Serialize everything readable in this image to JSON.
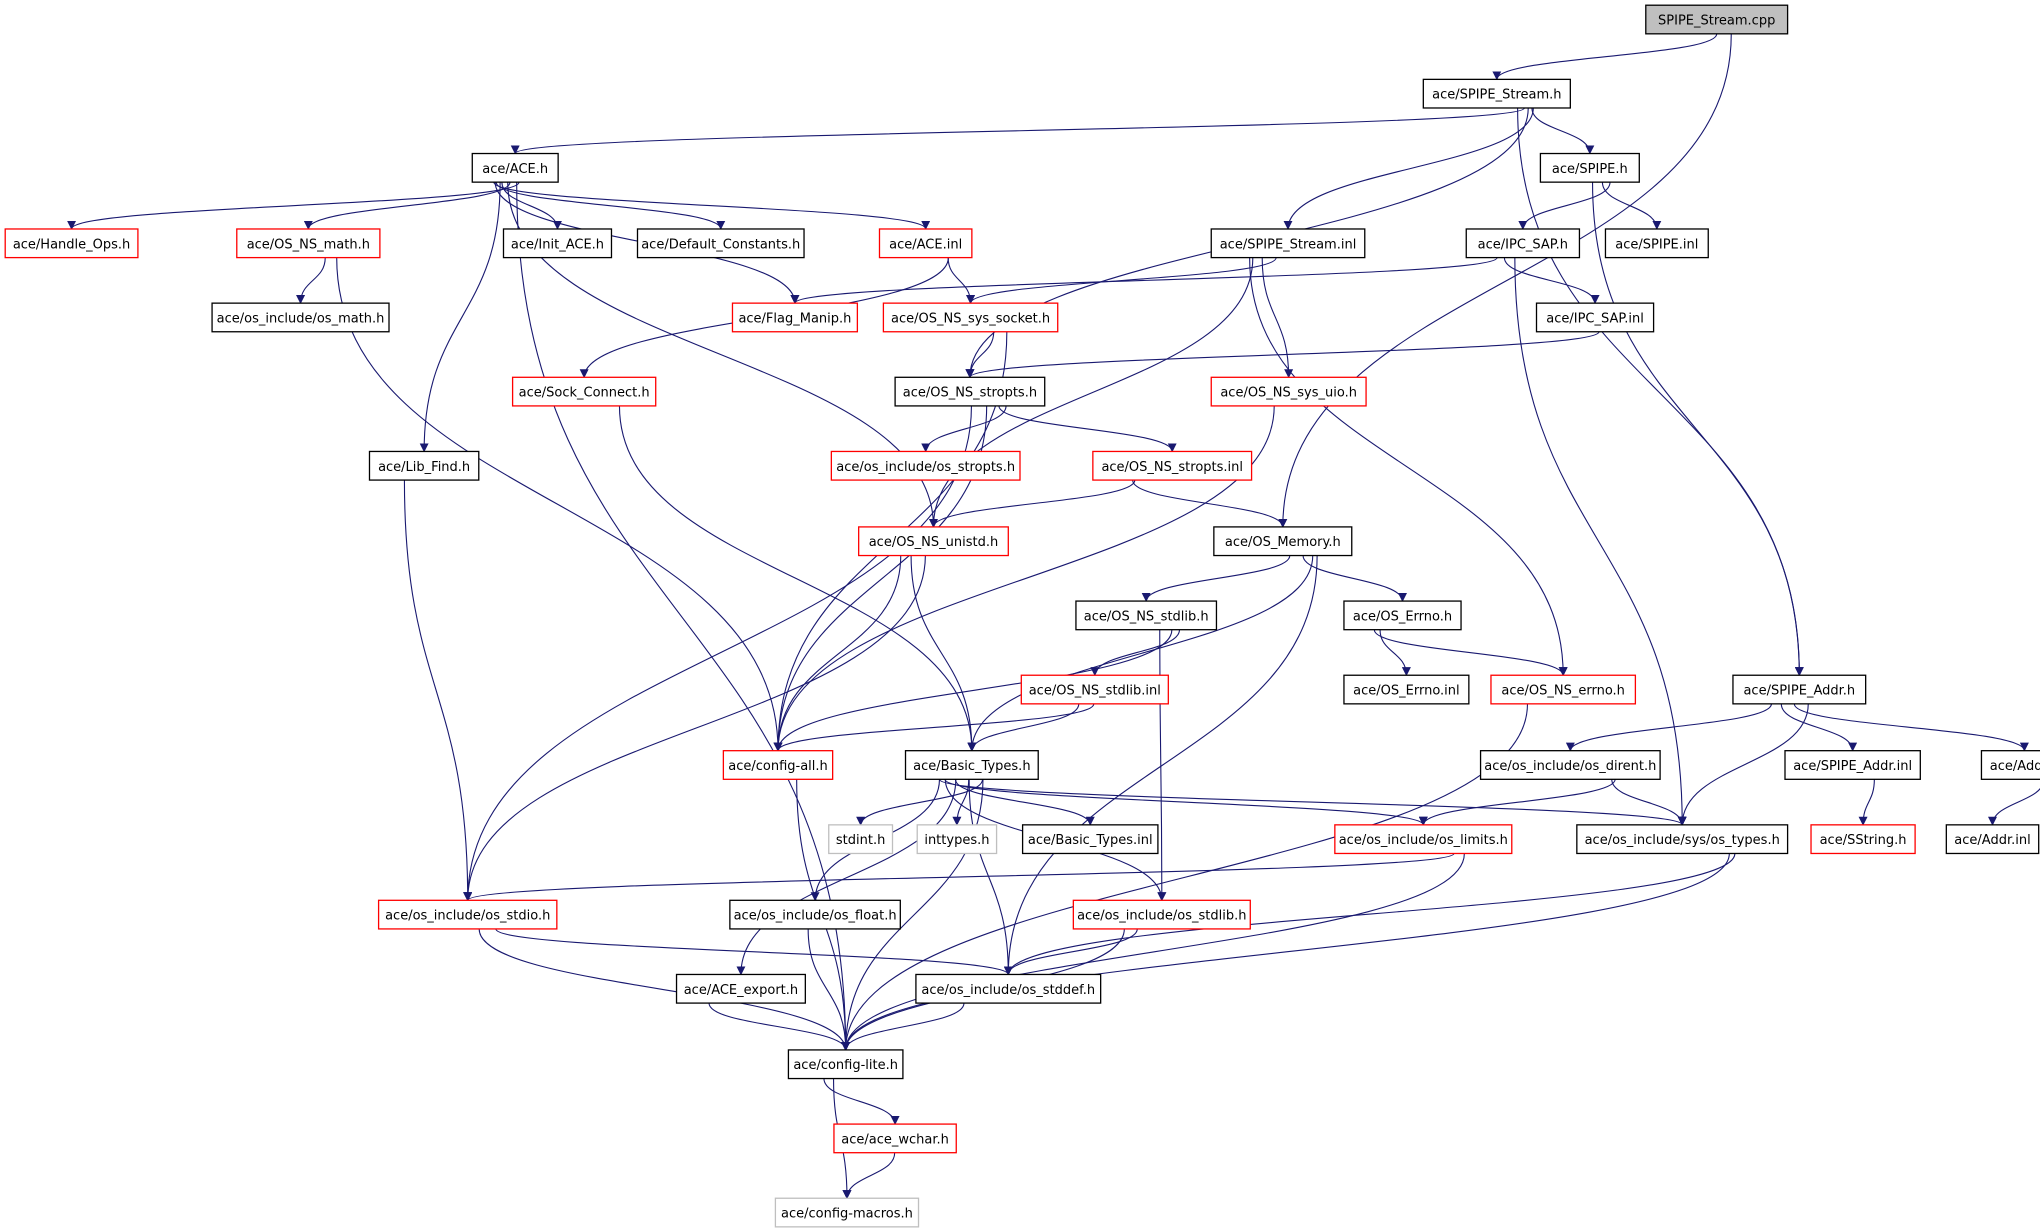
{
  "colors": {
    "edge": "#191970",
    "node_border_normal": "#000000",
    "node_border_truncated": "#ff0000",
    "node_border_external": "#bfbfbf",
    "root_fill": "#bfbfbf",
    "node_fill": "#ffffff",
    "external_text": "#7f7f7f"
  },
  "nodes": [
    {
      "id": "spipe_stream_cpp",
      "label": "SPIPE_Stream.cpp",
      "kind": "root"
    },
    {
      "id": "spipe_stream_h",
      "label": "ace/SPIPE_Stream.h",
      "kind": "normal"
    },
    {
      "id": "ace_h",
      "label": "ace/ACE.h",
      "kind": "normal"
    },
    {
      "id": "spipe_h",
      "label": "ace/SPIPE.h",
      "kind": "normal"
    },
    {
      "id": "handle_ops_h",
      "label": "ace/Handle_Ops.h",
      "kind": "truncated"
    },
    {
      "id": "os_ns_math_h",
      "label": "ace/OS_NS_math.h",
      "kind": "truncated"
    },
    {
      "id": "init_ace_h",
      "label": "ace/Init_ACE.h",
      "kind": "normal"
    },
    {
      "id": "default_constants_h",
      "label": "ace/Default_Constants.h",
      "kind": "normal"
    },
    {
      "id": "ace_inl",
      "label": "ace/ACE.inl",
      "kind": "truncated"
    },
    {
      "id": "spipe_stream_inl",
      "label": "ace/SPIPE_Stream.inl",
      "kind": "normal"
    },
    {
      "id": "ipc_sap_h",
      "label": "ace/IPC_SAP.h",
      "kind": "normal"
    },
    {
      "id": "spipe_inl",
      "label": "ace/SPIPE.inl",
      "kind": "normal"
    },
    {
      "id": "os_include_os_math_h",
      "label": "ace/os_include/os_math.h",
      "kind": "normal"
    },
    {
      "id": "flag_manip_h",
      "label": "ace/Flag_Manip.h",
      "kind": "truncated"
    },
    {
      "id": "os_ns_sys_socket_h",
      "label": "ace/OS_NS_sys_socket.h",
      "kind": "truncated"
    },
    {
      "id": "ipc_sap_inl",
      "label": "ace/IPC_SAP.inl",
      "kind": "normal"
    },
    {
      "id": "sock_connect_h",
      "label": "ace/Sock_Connect.h",
      "kind": "truncated"
    },
    {
      "id": "os_ns_stropts_h",
      "label": "ace/OS_NS_stropts.h",
      "kind": "normal"
    },
    {
      "id": "os_ns_sys_uio_h",
      "label": "ace/OS_NS_sys_uio.h",
      "kind": "truncated"
    },
    {
      "id": "lib_find_h",
      "label": "ace/Lib_Find.h",
      "kind": "normal"
    },
    {
      "id": "os_include_os_stropts_h",
      "label": "ace/os_include/os_stropts.h",
      "kind": "truncated"
    },
    {
      "id": "os_ns_stropts_inl",
      "label": "ace/OS_NS_stropts.inl",
      "kind": "truncated"
    },
    {
      "id": "os_ns_unistd_h",
      "label": "ace/OS_NS_unistd.h",
      "kind": "truncated"
    },
    {
      "id": "os_memory_h",
      "label": "ace/OS_Memory.h",
      "kind": "normal"
    },
    {
      "id": "os_ns_stdlib_h",
      "label": "ace/OS_NS_stdlib.h",
      "kind": "normal"
    },
    {
      "id": "os_errno_h",
      "label": "ace/OS_Errno.h",
      "kind": "normal"
    },
    {
      "id": "os_ns_stdlib_inl",
      "label": "ace/OS_NS_stdlib.inl",
      "kind": "truncated"
    },
    {
      "id": "os_errno_inl",
      "label": "ace/OS_Errno.inl",
      "kind": "normal"
    },
    {
      "id": "os_ns_errno_h",
      "label": "ace/OS_NS_errno.h",
      "kind": "truncated"
    },
    {
      "id": "spipe_addr_h",
      "label": "ace/SPIPE_Addr.h",
      "kind": "normal"
    },
    {
      "id": "config_all_h",
      "label": "ace/config-all.h",
      "kind": "truncated"
    },
    {
      "id": "basic_types_h",
      "label": "ace/Basic_Types.h",
      "kind": "normal"
    },
    {
      "id": "os_include_os_dirent_h",
      "label": "ace/os_include/os_dirent.h",
      "kind": "normal"
    },
    {
      "id": "spipe_addr_inl",
      "label": "ace/SPIPE_Addr.inl",
      "kind": "normal"
    },
    {
      "id": "addr_h",
      "label": "ace/Addr.h",
      "kind": "normal"
    },
    {
      "id": "stdint_h",
      "label": "stdint.h",
      "kind": "external"
    },
    {
      "id": "inttypes_h",
      "label": "inttypes.h",
      "kind": "external"
    },
    {
      "id": "basic_types_inl",
      "label": "ace/Basic_Types.inl",
      "kind": "normal"
    },
    {
      "id": "os_include_os_limits_h",
      "label": "ace/os_include/os_limits.h",
      "kind": "truncated"
    },
    {
      "id": "os_include_sys_os_types_h",
      "label": "ace/os_include/sys/os_types.h",
      "kind": "normal"
    },
    {
      "id": "sstring_h",
      "label": "ace/SString.h",
      "kind": "truncated"
    },
    {
      "id": "addr_inl",
      "label": "ace/Addr.inl",
      "kind": "normal"
    },
    {
      "id": "os_include_os_stdio_h",
      "label": "ace/os_include/os_stdio.h",
      "kind": "truncated"
    },
    {
      "id": "os_include_os_float_h",
      "label": "ace/os_include/os_float.h",
      "kind": "normal"
    },
    {
      "id": "os_include_os_stdlib_h",
      "label": "ace/os_include/os_stdlib.h",
      "kind": "truncated"
    },
    {
      "id": "ace_export_h",
      "label": "ace/ACE_export.h",
      "kind": "normal"
    },
    {
      "id": "os_include_os_stddef_h",
      "label": "ace/os_include/os_stddef.h",
      "kind": "normal"
    },
    {
      "id": "config_lite_h",
      "label": "ace/config-lite.h",
      "kind": "normal"
    },
    {
      "id": "ace_wchar_h",
      "label": "ace/ace_wchar.h",
      "kind": "truncated"
    },
    {
      "id": "config_macros_h",
      "label": "ace/config-macros.h",
      "kind": "external"
    }
  ],
  "edges": [
    [
      "spipe_stream_cpp",
      "spipe_stream_h"
    ],
    [
      "spipe_stream_cpp",
      "os_memory_h"
    ],
    [
      "spipe_stream_h",
      "ace_h"
    ],
    [
      "spipe_stream_h",
      "spipe_h"
    ],
    [
      "spipe_stream_h",
      "spipe_stream_inl"
    ],
    [
      "spipe_stream_h",
      "os_ns_stropts_h"
    ],
    [
      "spipe_stream_h",
      "spipe_addr_h"
    ],
    [
      "ace_h",
      "handle_ops_h"
    ],
    [
      "ace_h",
      "os_ns_math_h"
    ],
    [
      "ace_h",
      "init_ace_h"
    ],
    [
      "ace_h",
      "default_constants_h"
    ],
    [
      "ace_h",
      "ace_inl"
    ],
    [
      "ace_h",
      "flag_manip_h"
    ],
    [
      "ace_h",
      "lib_find_h"
    ],
    [
      "ace_h",
      "os_ns_unistd_h"
    ],
    [
      "ace_h",
      "config_lite_h"
    ],
    [
      "os_ns_math_h",
      "os_include_os_math_h"
    ],
    [
      "os_ns_math_h",
      "config_all_h"
    ],
    [
      "ace_inl",
      "os_ns_sys_socket_h"
    ],
    [
      "ace_inl",
      "sock_connect_h"
    ],
    [
      "spipe_h",
      "ipc_sap_h"
    ],
    [
      "spipe_h",
      "spipe_inl"
    ],
    [
      "spipe_h",
      "spipe_addr_h"
    ],
    [
      "spipe_stream_inl",
      "os_ns_sys_socket_h"
    ],
    [
      "spipe_stream_inl",
      "os_ns_sys_uio_h"
    ],
    [
      "spipe_stream_inl",
      "os_ns_unistd_h"
    ],
    [
      "spipe_stream_inl",
      "os_ns_errno_h"
    ],
    [
      "ipc_sap_h",
      "flag_manip_h"
    ],
    [
      "ipc_sap_h",
      "ipc_sap_inl"
    ],
    [
      "ipc_sap_h",
      "os_include_sys_os_types_h"
    ],
    [
      "ipc_sap_inl",
      "os_ns_stropts_h"
    ],
    [
      "os_ns_sys_socket_h",
      "os_ns_stropts_h"
    ],
    [
      "os_ns_sys_socket_h",
      "config_all_h"
    ],
    [
      "sock_connect_h",
      "basic_types_h"
    ],
    [
      "os_ns_stropts_h",
      "os_include_os_stropts_h"
    ],
    [
      "os_ns_stropts_h",
      "os_ns_stropts_inl"
    ],
    [
      "os_ns_stropts_h",
      "config_all_h"
    ],
    [
      "os_ns_stropts_h",
      "os_include_os_stdio_h"
    ],
    [
      "os_ns_sys_uio_h",
      "config_all_h"
    ],
    [
      "lib_find_h",
      "os_include_os_stdio_h"
    ],
    [
      "os_ns_stropts_inl",
      "os_ns_unistd_h"
    ],
    [
      "os_ns_stropts_inl",
      "os_memory_h"
    ],
    [
      "os_ns_unistd_h",
      "config_all_h"
    ],
    [
      "os_ns_unistd_h",
      "basic_types_h"
    ],
    [
      "os_ns_unistd_h",
      "os_include_os_stdio_h"
    ],
    [
      "os_memory_h",
      "os_ns_stdlib_h"
    ],
    [
      "os_memory_h",
      "os_errno_h"
    ],
    [
      "os_memory_h",
      "basic_types_h"
    ],
    [
      "os_memory_h",
      "os_include_os_stddef_h"
    ],
    [
      "os_ns_stdlib_h",
      "os_ns_stdlib_inl"
    ],
    [
      "os_ns_stdlib_h",
      "config_all_h"
    ],
    [
      "os_ns_stdlib_h",
      "os_include_os_stdlib_h"
    ],
    [
      "os_ns_stdlib_inl",
      "config_all_h"
    ],
    [
      "os_ns_stdlib_inl",
      "basic_types_h"
    ],
    [
      "os_errno_h",
      "os_errno_inl"
    ],
    [
      "os_errno_h",
      "os_ns_errno_h"
    ],
    [
      "os_ns_errno_h",
      "config_lite_h"
    ],
    [
      "spipe_addr_h",
      "os_include_os_dirent_h"
    ],
    [
      "spipe_addr_h",
      "spipe_addr_inl"
    ],
    [
      "spipe_addr_h",
      "addr_h"
    ],
    [
      "spipe_addr_h",
      "os_include_sys_os_types_h"
    ],
    [
      "spipe_addr_inl",
      "sstring_h"
    ],
    [
      "addr_h",
      "addr_inl"
    ],
    [
      "os_include_os_dirent_h",
      "os_include_os_limits_h"
    ],
    [
      "os_include_os_dirent_h",
      "os_include_sys_os_types_h"
    ],
    [
      "config_all_h",
      "config_lite_h"
    ],
    [
      "basic_types_h",
      "stdint_h"
    ],
    [
      "basic_types_h",
      "inttypes_h"
    ],
    [
      "basic_types_h",
      "basic_types_inl"
    ],
    [
      "basic_types_h",
      "os_include_os_limits_h"
    ],
    [
      "basic_types_h",
      "os_include_sys_os_types_h"
    ],
    [
      "basic_types_h",
      "os_include_os_float_h"
    ],
    [
      "basic_types_h",
      "os_include_os_stdlib_h"
    ],
    [
      "basic_types_h",
      "ace_export_h"
    ],
    [
      "basic_types_h",
      "os_include_os_stddef_h"
    ],
    [
      "basic_types_h",
      "config_lite_h"
    ],
    [
      "os_include_os_limits_h",
      "os_include_os_stdio_h"
    ],
    [
      "os_include_os_limits_h",
      "config_lite_h"
    ],
    [
      "os_include_sys_os_types_h",
      "os_include_os_stddef_h"
    ],
    [
      "os_include_sys_os_types_h",
      "config_lite_h"
    ],
    [
      "os_include_os_stdio_h",
      "os_include_os_stddef_h"
    ],
    [
      "os_include_os_stdio_h",
      "config_lite_h"
    ],
    [
      "os_include_os_float_h",
      "config_lite_h"
    ],
    [
      "os_include_os_stdlib_h",
      "os_include_os_stddef_h"
    ],
    [
      "os_include_os_stdlib_h",
      "config_lite_h"
    ],
    [
      "ace_export_h",
      "config_lite_h"
    ],
    [
      "os_include_os_stddef_h",
      "config_lite_h"
    ],
    [
      "config_lite_h",
      "ace_wchar_h"
    ],
    [
      "config_lite_h",
      "config_macros_h"
    ],
    [
      "ace_wchar_h",
      "config_macros_h"
    ]
  ]
}
